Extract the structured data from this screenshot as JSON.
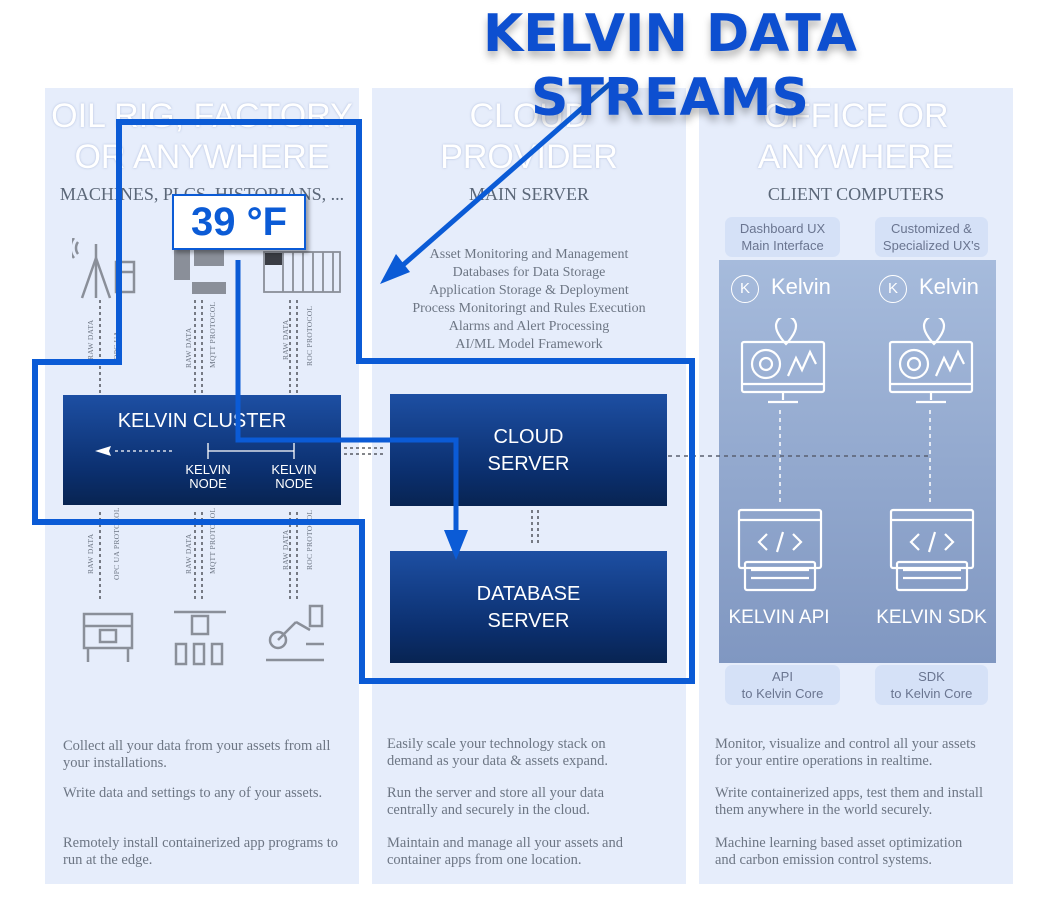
{
  "title": "KELVIN DATA STREAMS",
  "temperature": "39 °F",
  "columns": {
    "left": {
      "title_lines": [
        "OIL RIG, FACTORY",
        "OR ANYWHERE"
      ],
      "subtitle": "MACHINES, PLCS, HISTORIANS, ...",
      "paragraphs": [
        "Collect all your data from your assets from all your installations.",
        "Write data and settings to any of your assets.",
        "Remotely install containerized app programs to run at the edge."
      ]
    },
    "middle": {
      "title_lines": [
        "CLOUD",
        "PROVIDER"
      ],
      "subtitle": "MAIN SERVER",
      "services": [
        "Asset Monitoring and Management",
        "Databases for Data Storage",
        "Application Storage & Deployment",
        "Process Monitoringt and Rules Execution",
        "Alarms and Alert Processing",
        "AI/ML Model Framework"
      ],
      "paragraphs": [
        "Easily scale your technology stack on demand as your data & assets expand.",
        "Run the server and store all your data centrally and securely in the cloud.",
        "Maintain and manage all your assets and container apps from one location."
      ]
    },
    "right": {
      "title_lines": [
        "OFFICE OR",
        "ANYWHERE"
      ],
      "subtitle": "CLIENT COMPUTERS",
      "paragraphs": [
        "Monitor, visualize and control all your assets for your entire operations in realtime.",
        "Write containerized apps, test them and install them anywhere in the world securely.",
        "Machine learning based asset optimization and carbon emission control systems."
      ]
    }
  },
  "cluster": {
    "title": "KELVIN CLUSTER",
    "node1_lines": [
      "KELVIN",
      "NODE"
    ],
    "node2_lines": [
      "KELVIN",
      "NODE"
    ]
  },
  "cloud_server_lines": [
    "CLOUD",
    "SERVER"
  ],
  "database_server_lines": [
    "DATABASE",
    "SERVER"
  ],
  "client": {
    "pill_dashboard_lines": [
      "Dashboard UX",
      "Main Interface"
    ],
    "pill_custom_lines": [
      "Customized &",
      "Specialized UX's"
    ],
    "logo_text": "Kelvin",
    "api_label": "KELVIN API",
    "sdk_label": "KELVIN SDK",
    "pill_api_lines": [
      "API",
      "to Kelvin Core"
    ],
    "pill_sdk_lines": [
      "SDK",
      "to Kelvin Core"
    ]
  },
  "protocol_labels": {
    "top_a": [
      "RAW DATA",
      "OPC UA"
    ],
    "top_b": [
      "RAW DATA",
      "MQTT PROTOCOL"
    ],
    "top_c": [
      "RAW DATA",
      "ROC PROTOCOL"
    ],
    "bottom_a": [
      "RAW DATA",
      "OPC UA PROTOCOL"
    ],
    "bottom_b": [
      "RAW DATA",
      "MQTT PROTOCOL"
    ],
    "bottom_c": [
      "RAW DATA",
      "ROC PROTOCOL"
    ]
  },
  "colors": {
    "accent_blue": "#0b5bd6",
    "title_blue": "#0d4fd0",
    "server_blue": "#0b2f6e",
    "column_bg": "#e6edfb",
    "client_panel": "#8ea6cf"
  }
}
